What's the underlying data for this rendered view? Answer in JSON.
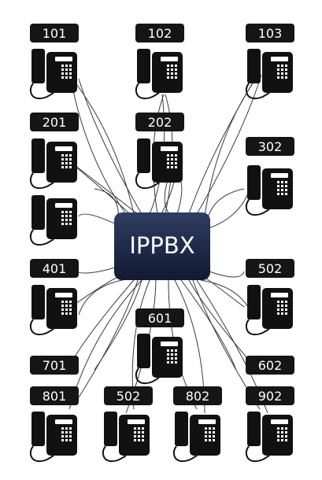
{
  "hub": {
    "label": "IPPBX"
  },
  "extensions": [
    {
      "id": "ext-101",
      "label": "101"
    },
    {
      "id": "ext-102",
      "label": "102"
    },
    {
      "id": "ext-103",
      "label": "103"
    },
    {
      "id": "ext-201",
      "label": "201"
    },
    {
      "id": "ext-202",
      "label": "202"
    },
    {
      "id": "ext-302",
      "label": "302"
    },
    {
      "id": "ext-unlabeled",
      "label": ""
    },
    {
      "id": "ext-401",
      "label": "401"
    },
    {
      "id": "ext-502-right",
      "label": "502"
    },
    {
      "id": "ext-601",
      "label": "601"
    },
    {
      "id": "ext-701",
      "label": "701"
    },
    {
      "id": "ext-602",
      "label": "602"
    },
    {
      "id": "ext-801",
      "label": "801"
    },
    {
      "id": "ext-502-bottom",
      "label": "502"
    },
    {
      "id": "ext-802",
      "label": "802"
    },
    {
      "id": "ext-902",
      "label": "902"
    }
  ]
}
